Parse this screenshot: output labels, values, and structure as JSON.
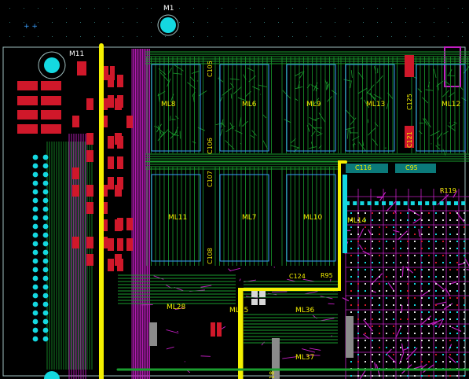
{
  "board": {
    "mounting_holes": {
      "top": "M1",
      "left": "M11"
    },
    "chips": {
      "u8": "ML8",
      "u6": "ML6",
      "u9": "ML9",
      "u13": "ML13",
      "u12": "ML12",
      "u11": "ML11",
      "u7": "ML7",
      "u10": "ML10",
      "u14": "ML14",
      "u28": "ML28",
      "u25": "ML25",
      "u36": "ML36",
      "u37": "ML37"
    },
    "caps": {
      "c105": "C105",
      "c106": "C106",
      "c107": "C107",
      "c108": "C108",
      "c125": "C125",
      "c121": "C121",
      "c116": "C116",
      "c95": "C95",
      "c124": "C124"
    },
    "resistors": {
      "r119": "R119",
      "r95": "R95"
    },
    "misc": {
      "r18": "18"
    },
    "colors": {
      "background": "#000000",
      "silkscreen": "#f4f000",
      "top_copper": "#1a9c2e",
      "bottom_copper": "#c21ec2",
      "pad_red": "#d0182a",
      "pad_cyan": "#14d8e0",
      "power_trace": "#f4f000",
      "outline": "#9fbfbf"
    }
  }
}
